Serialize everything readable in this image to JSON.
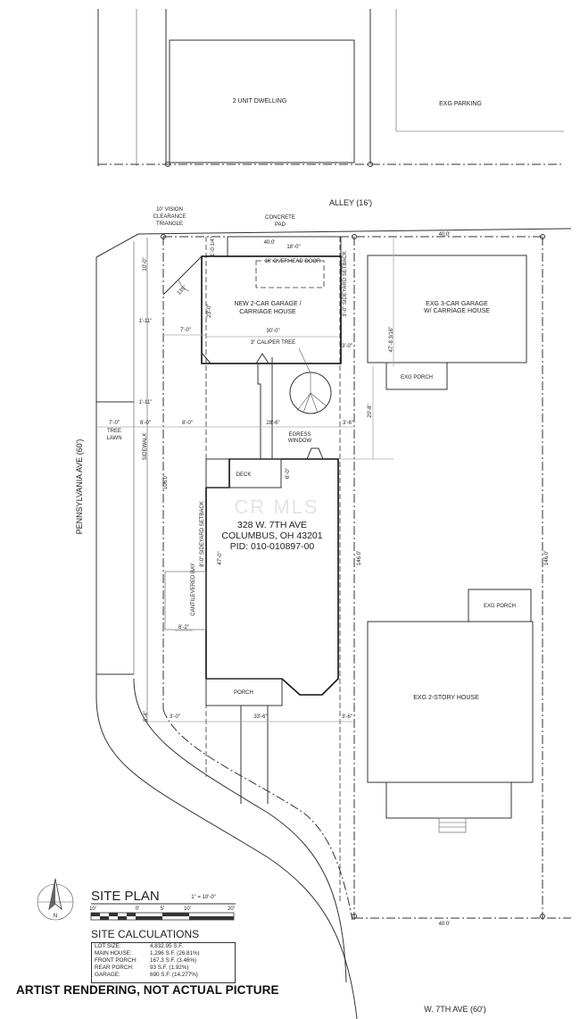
{
  "labels": {
    "dwelling_top": "2 UNIT DWELLING",
    "exg_parking": "EXG PARKING",
    "alley": "ALLEY (16')",
    "vision_triangle": [
      "10' VISION",
      "CLEARANCE",
      "TRIANGLE"
    ],
    "concrete_pad": [
      "CONCRETE",
      "PAD"
    ],
    "overhead_door": "16' OVERHEAD DOOR",
    "new_garage": [
      "NEW 2-CAR GARAGE /",
      "CARRIAGE HOUSE"
    ],
    "caliper_tree": "3\" CALIPER TREE",
    "sideyard_setback_right": "3'-0\" SIDEYARD SETBACK",
    "exg_garage": [
      "EXG 3-CAR GARAGE",
      "W/ CARRIAGE HOUSE"
    ],
    "exg_porch_1": "EXG PORCH",
    "exg_porch_2": "EXG PORCH",
    "egress_window": [
      "EGRESS",
      "WINDOW"
    ],
    "deck": "DECK",
    "address": [
      "328 W. 7TH AVE",
      "COLUMBUS, OH 43201",
      "PID:  010-010897-00"
    ],
    "sideyard_setback_left": "8'-0\" SIDEYARD SETBACK",
    "cantilevered_bay": "CANTILEVERED BAY",
    "porch": "PORCH",
    "exg_house": "EXG 2-STORY HOUSE",
    "pennsylvania_ave": "PENNSYLVANIA AVE (60')",
    "tree_lawn": [
      "TREE",
      "LAWN"
    ],
    "sidewalk": "SIDEWALK",
    "w7th_ave": "W. 7TH AVE (60')",
    "watermark": "CR MLS"
  },
  "dimensions": {
    "d40_top": "40.0'",
    "d40_pad": "40.0'",
    "d18": "18'-0\"",
    "d1_0": "1'-0 1/4\"",
    "d10_0": "10'-0\"",
    "d135": "135°",
    "d23_0": "23'-0\"",
    "d1_11a": "1'-11\"",
    "d7_0a": "7'-0\"",
    "d30_0": "30'-0\"",
    "d3_0a": "3'-0\"",
    "d47_8": "47'-8 3/16\"",
    "d20_8": "20'-8\"",
    "d1_11b": "1'-11\"",
    "d7_0b": "7'-0\"",
    "d6_0": "6'-0\"",
    "d8_0": "8'-0\"",
    "d28_6": "28'-6\"",
    "d3_6a": "3'-6\"",
    "d6_0deck": "6'-0\"",
    "d106": "106.0'",
    "d47_0": "47'-0\"",
    "d146_left": "146.0'",
    "d146_right": "146.0'",
    "d6_2": "6'-2\"",
    "d5_4": "5'-4\"",
    "d3_0b": "3'-0\"",
    "d33_6": "33'-6\"",
    "d3_6b": "3'-6\"",
    "d40_bottom": "40.0'"
  },
  "legend": {
    "title": "SITE PLAN",
    "scale": "1\" = 10'-0\"",
    "scale_ticks": [
      "10'",
      "0'",
      "5'",
      "10'",
      "20'"
    ],
    "calc_title": "SITE CALCULATIONS",
    "north": "N"
  },
  "calculations": [
    {
      "key": "LOT SIZE:",
      "value": "4,832.95 S.F."
    },
    {
      "key": "MAIN HOUSE:",
      "value": "1,296 S.F. (26.81%)"
    },
    {
      "key": "FRONT PORCH:",
      "value": "167.3 S.F. (3.46%)"
    },
    {
      "key": "REAR PORCH:",
      "value": "93 S.F.    (1.92%)"
    },
    {
      "key": "GARAGE:",
      "value": "690 S.F. (14.277%)"
    }
  ],
  "disclaimer": "ARTIST RENDERING, NOT ACTUAL PICTURE"
}
